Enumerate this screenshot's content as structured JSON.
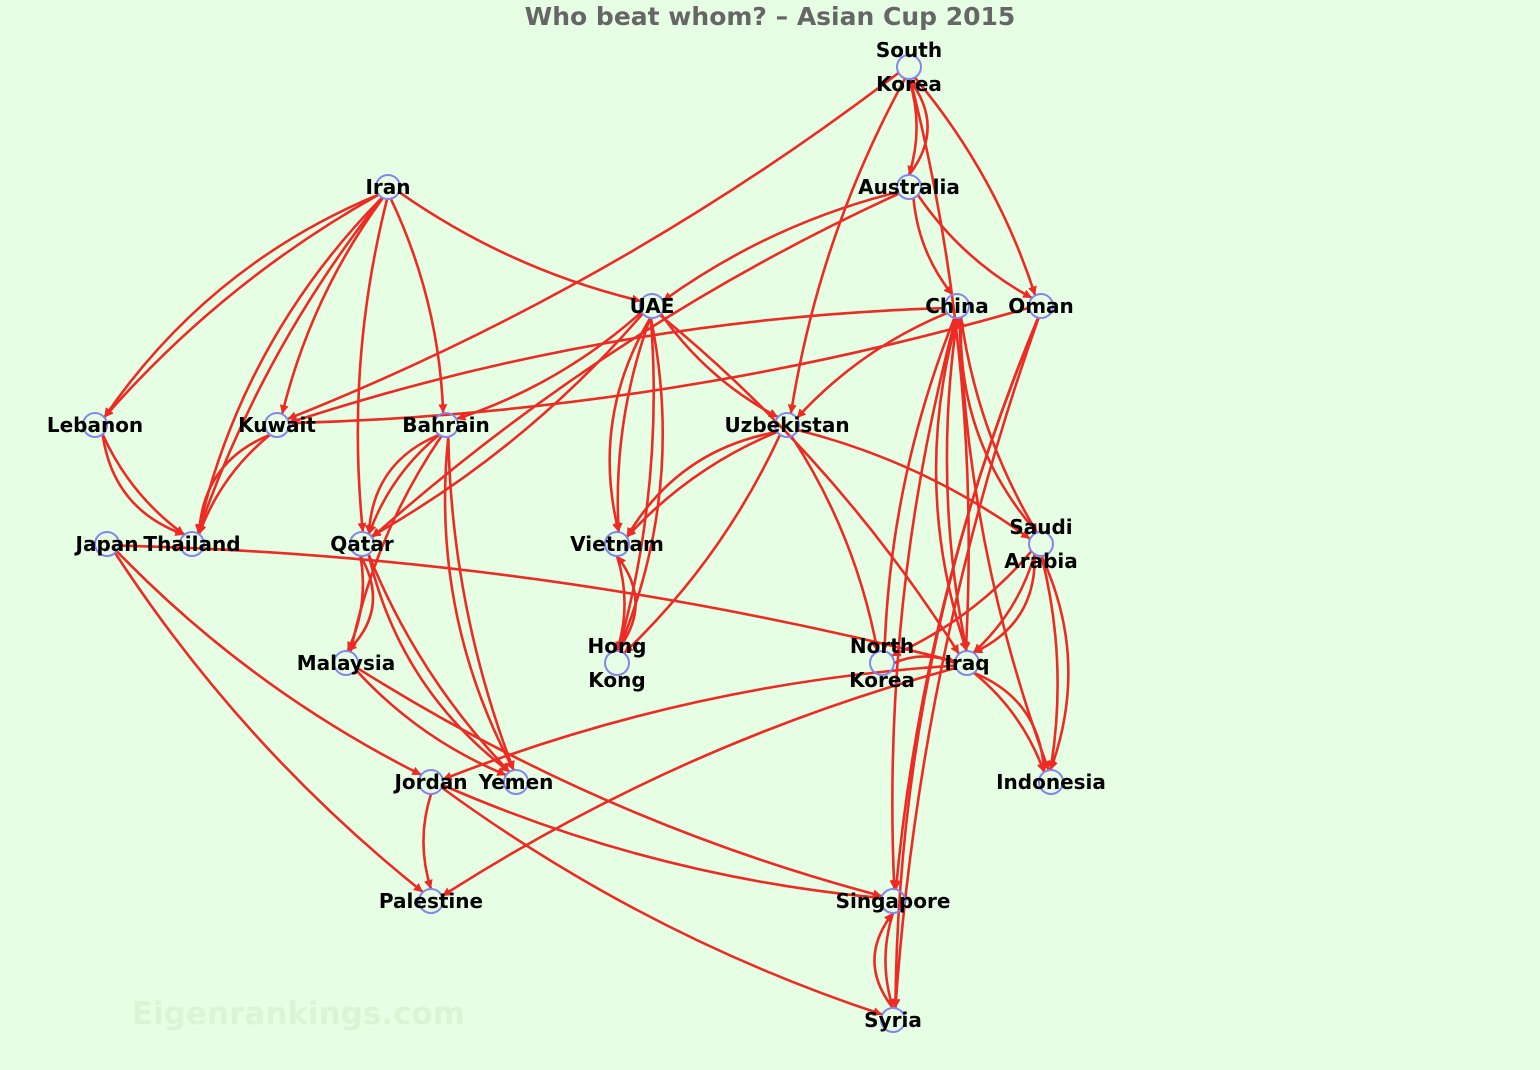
{
  "title": "Who beat whom? – Asian Cup 2015",
  "watermark": "Eigenrankings.com",
  "colors": {
    "background": "#e6ffe4",
    "edge": "#ee2a24",
    "node_stroke": "#8585ee",
    "title": "#666666"
  },
  "nodes": [
    {
      "id": "south-korea",
      "label_lines": [
        "South",
        "Korea"
      ]
    },
    {
      "id": "iran",
      "label_lines": [
        "Iran"
      ]
    },
    {
      "id": "australia",
      "label_lines": [
        "Australia"
      ]
    },
    {
      "id": "uae",
      "label_lines": [
        "UAE"
      ]
    },
    {
      "id": "china",
      "label_lines": [
        "China"
      ]
    },
    {
      "id": "oman",
      "label_lines": [
        "Oman"
      ]
    },
    {
      "id": "lebanon",
      "label_lines": [
        "Lebanon"
      ]
    },
    {
      "id": "kuwait",
      "label_lines": [
        "Kuwait"
      ]
    },
    {
      "id": "bahrain",
      "label_lines": [
        "Bahrain"
      ]
    },
    {
      "id": "uzbekistan",
      "label_lines": [
        "Uzbekistan"
      ]
    },
    {
      "id": "japan",
      "label_lines": [
        "Japan"
      ]
    },
    {
      "id": "thailand",
      "label_lines": [
        "Thailand"
      ]
    },
    {
      "id": "qatar",
      "label_lines": [
        "Qatar"
      ]
    },
    {
      "id": "vietnam",
      "label_lines": [
        "Vietnam"
      ]
    },
    {
      "id": "saudi-arabia",
      "label_lines": [
        "Saudi",
        "Arabia"
      ]
    },
    {
      "id": "malaysia",
      "label_lines": [
        "Malaysia"
      ]
    },
    {
      "id": "hong-kong",
      "label_lines": [
        "Hong",
        "Kong"
      ]
    },
    {
      "id": "north-korea",
      "label_lines": [
        "North",
        "Korea"
      ]
    },
    {
      "id": "iraq",
      "label_lines": [
        "Iraq"
      ]
    },
    {
      "id": "jordan",
      "label_lines": [
        "Jordan"
      ]
    },
    {
      "id": "yemen",
      "label_lines": [
        "Yemen"
      ]
    },
    {
      "id": "indonesia",
      "label_lines": [
        "Indonesia"
      ]
    },
    {
      "id": "palestine",
      "label_lines": [
        "Palestine"
      ]
    },
    {
      "id": "singapore",
      "label_lines": [
        "Singapore"
      ]
    },
    {
      "id": "syria",
      "label_lines": [
        "Syria"
      ]
    }
  ],
  "edges": [
    {
      "from": "south-korea",
      "to": "australia"
    },
    {
      "from": "australia",
      "to": "south-korea"
    },
    {
      "from": "south-korea",
      "to": "kuwait"
    },
    {
      "from": "south-korea",
      "to": "uzbekistan"
    },
    {
      "from": "south-korea",
      "to": "oman"
    },
    {
      "from": "south-korea",
      "to": "iraq"
    },
    {
      "from": "iran",
      "to": "lebanon"
    },
    {
      "from": "iran",
      "to": "lebanon"
    },
    {
      "from": "iran",
      "to": "kuwait"
    },
    {
      "from": "iran",
      "to": "thailand"
    },
    {
      "from": "iran",
      "to": "thailand"
    },
    {
      "from": "iran",
      "to": "qatar"
    },
    {
      "from": "iran",
      "to": "bahrain"
    },
    {
      "from": "iran",
      "to": "uae"
    },
    {
      "from": "australia",
      "to": "uae"
    },
    {
      "from": "australia",
      "to": "china"
    },
    {
      "from": "australia",
      "to": "oman"
    },
    {
      "from": "australia",
      "to": "qatar"
    },
    {
      "from": "uae",
      "to": "bahrain"
    },
    {
      "from": "uae",
      "to": "uzbekistan"
    },
    {
      "from": "uae",
      "to": "vietnam"
    },
    {
      "from": "uae",
      "to": "vietnam"
    },
    {
      "from": "uae",
      "to": "hong-kong"
    },
    {
      "from": "uae",
      "to": "hong-kong"
    },
    {
      "from": "uae",
      "to": "iraq"
    },
    {
      "from": "uae",
      "to": "qatar"
    },
    {
      "from": "china",
      "to": "kuwait"
    },
    {
      "from": "china",
      "to": "uzbekistan"
    },
    {
      "from": "china",
      "to": "saudi-arabia"
    },
    {
      "from": "china",
      "to": "north-korea"
    },
    {
      "from": "china",
      "to": "iraq"
    },
    {
      "from": "china",
      "to": "iraq"
    },
    {
      "from": "china",
      "to": "indonesia"
    },
    {
      "from": "china",
      "to": "singapore"
    },
    {
      "from": "saudi-arabia",
      "to": "china"
    },
    {
      "from": "oman",
      "to": "syria"
    },
    {
      "from": "oman",
      "to": "syria"
    },
    {
      "from": "oman",
      "to": "singapore"
    },
    {
      "from": "oman",
      "to": "kuwait"
    },
    {
      "from": "lebanon",
      "to": "thailand"
    },
    {
      "from": "lebanon",
      "to": "thailand"
    },
    {
      "from": "kuwait",
      "to": "thailand"
    },
    {
      "from": "kuwait",
      "to": "thailand"
    },
    {
      "from": "bahrain",
      "to": "qatar"
    },
    {
      "from": "bahrain",
      "to": "qatar"
    },
    {
      "from": "bahrain",
      "to": "malaysia"
    },
    {
      "from": "bahrain",
      "to": "yemen"
    },
    {
      "from": "bahrain",
      "to": "yemen"
    },
    {
      "from": "uzbekistan",
      "to": "vietnam"
    },
    {
      "from": "uzbekistan",
      "to": "vietnam"
    },
    {
      "from": "uzbekistan",
      "to": "hong-kong"
    },
    {
      "from": "uzbekistan",
      "to": "north-korea"
    },
    {
      "from": "uzbekistan",
      "to": "saudi-arabia"
    },
    {
      "from": "japan",
      "to": "iraq"
    },
    {
      "from": "japan",
      "to": "jordan"
    },
    {
      "from": "japan",
      "to": "palestine"
    },
    {
      "from": "qatar",
      "to": "malaysia"
    },
    {
      "from": "qatar",
      "to": "malaysia"
    },
    {
      "from": "qatar",
      "to": "yemen"
    },
    {
      "from": "qatar",
      "to": "yemen"
    },
    {
      "from": "vietnam",
      "to": "hong-kong"
    },
    {
      "from": "hong-kong",
      "to": "vietnam"
    },
    {
      "from": "saudi-arabia",
      "to": "iraq"
    },
    {
      "from": "saudi-arabia",
      "to": "iraq"
    },
    {
      "from": "saudi-arabia",
      "to": "north-korea"
    },
    {
      "from": "saudi-arabia",
      "to": "indonesia"
    },
    {
      "from": "saudi-arabia",
      "to": "indonesia"
    },
    {
      "from": "malaysia",
      "to": "yemen"
    },
    {
      "from": "malaysia",
      "to": "singapore"
    },
    {
      "from": "north-korea",
      "to": "iraq"
    },
    {
      "from": "iraq",
      "to": "jordan"
    },
    {
      "from": "iraq",
      "to": "palestine"
    },
    {
      "from": "iraq",
      "to": "indonesia"
    },
    {
      "from": "iraq",
      "to": "indonesia"
    },
    {
      "from": "jordan",
      "to": "palestine"
    },
    {
      "from": "jordan",
      "to": "singapore"
    },
    {
      "from": "jordan",
      "to": "syria"
    },
    {
      "from": "singapore",
      "to": "syria"
    },
    {
      "from": "syria",
      "to": "singapore"
    }
  ]
}
